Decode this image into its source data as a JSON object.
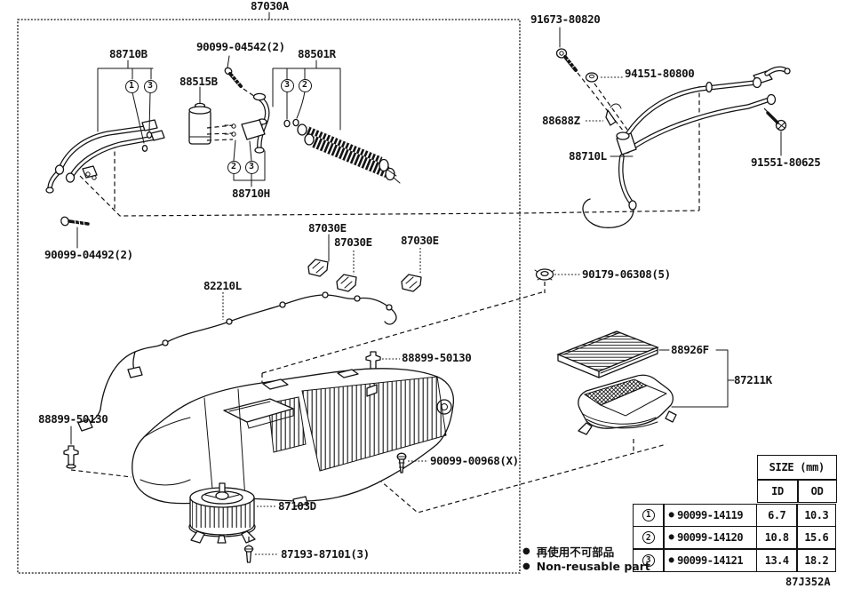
{
  "colors": {
    "ink": "#131313",
    "background": "#ffffff"
  },
  "part_labels": [
    "87030A",
    "88710B",
    "90099-04542(2)",
    "88501R",
    "88515B",
    "88710H",
    "90099-04492(2)",
    "87030E",
    "87030E",
    "87030E",
    "82210L",
    "88899-50130",
    "88899-50130",
    "90099-00968(X)",
    "87103D",
    "87193-87101(3)",
    "91673-80820",
    "94151-80800",
    "88688Z",
    "88710L",
    "91551-80625",
    "90179-06308(5)",
    "88926F",
    "87211K"
  ],
  "callouts": [
    "1",
    "3",
    "3",
    "2",
    "2",
    "3"
  ],
  "table": {
    "size_header": "SIZE (mm)",
    "col_id": "ID",
    "col_od": "OD",
    "bullet": "●",
    "rows": [
      {
        "callout": "1",
        "part": "90099-14119",
        "id": "6.7",
        "od": "10.3"
      },
      {
        "callout": "2",
        "part": "90099-14120",
        "id": "10.8",
        "od": "15.6"
      },
      {
        "callout": "3",
        "part": "90099-14121",
        "id": "13.4",
        "od": "18.2"
      }
    ]
  },
  "legend": {
    "bullet": "●",
    "line_jp": "再使用不可部品",
    "line_en": "Non-reusable part"
  },
  "drawing_code": "87J352A"
}
